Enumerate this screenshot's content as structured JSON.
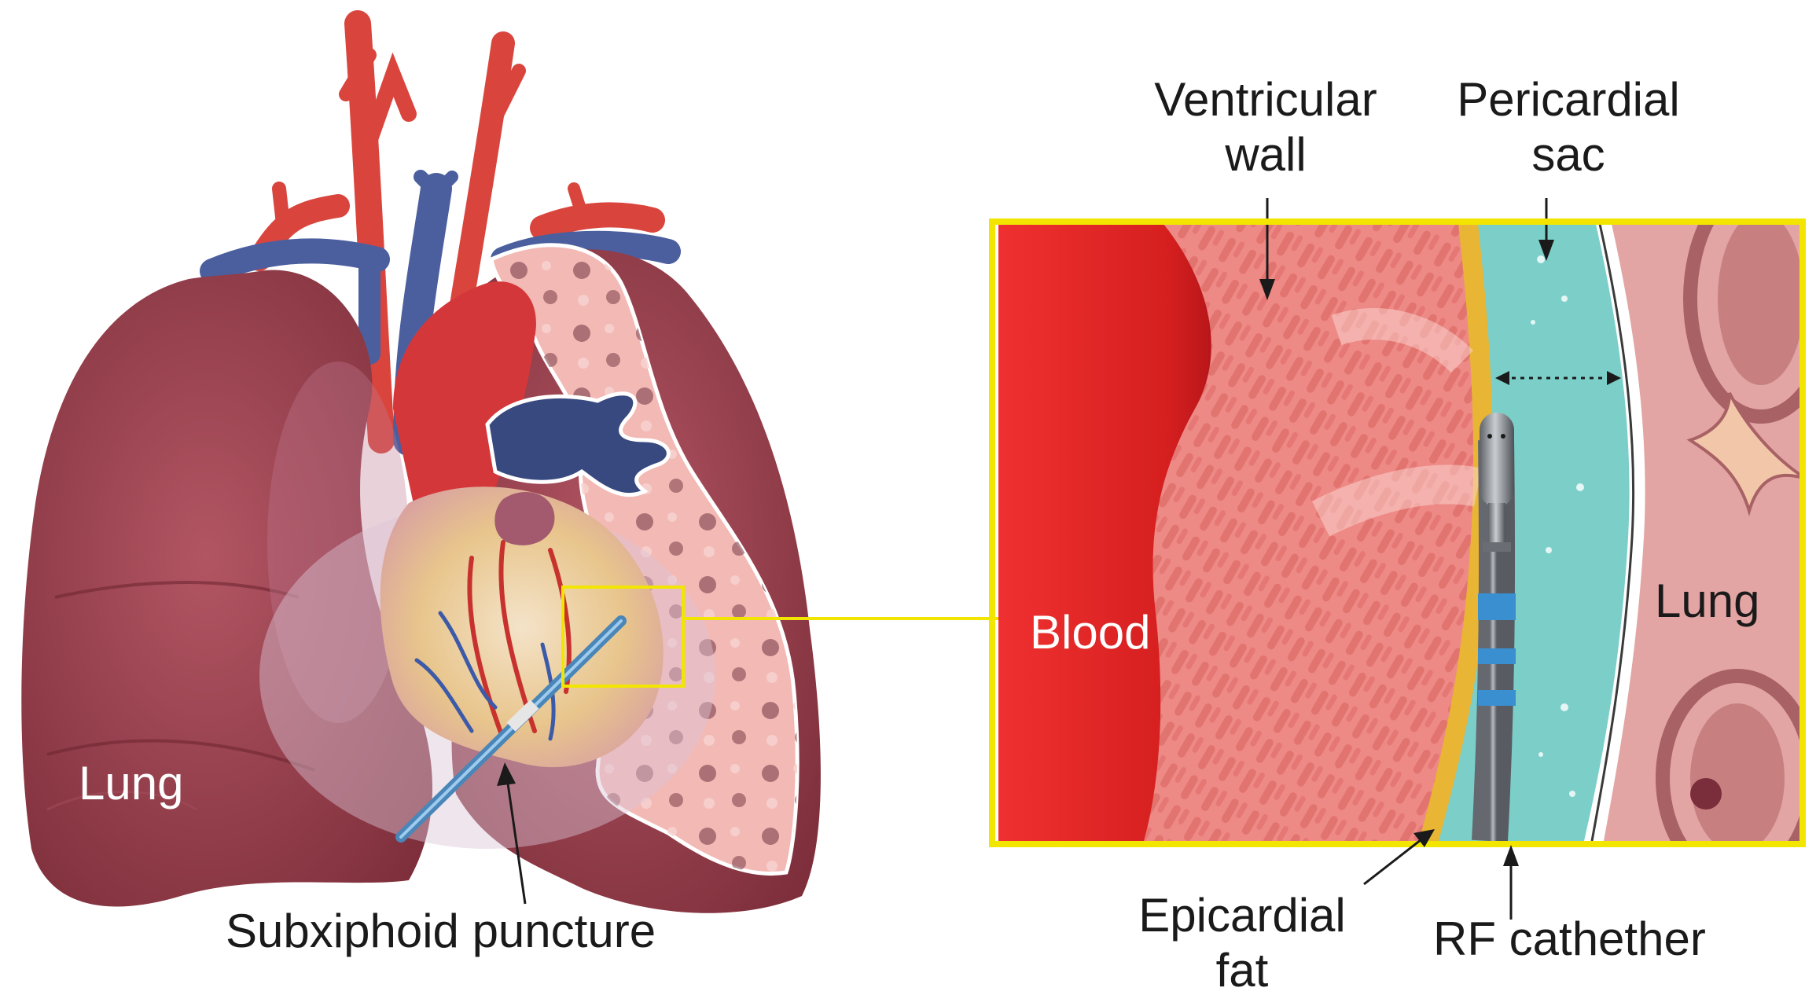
{
  "left_panel": {
    "lung_label": "Lung",
    "puncture_label": "Subxiphoid puncture"
  },
  "inset": {
    "ventricular_wall": [
      "Ventricular",
      "wall"
    ],
    "pericardial_sac": [
      "Pericardial",
      "sac"
    ],
    "blood": "Blood",
    "lung": "Lung",
    "epicardial_fat": [
      "Epicardial",
      "fat"
    ],
    "rf_catheter": "RF cathether"
  },
  "colors": {
    "inset_border": "#f2e600",
    "blood": "#e02525",
    "myocardium": "#ee8a86",
    "fat": "#e8b534",
    "pericardial_fluid": "#7ccfc9",
    "lung_tissue": "#d98d8e",
    "artery": "#d9453d",
    "vein": "#4b5f9e",
    "lung_outer": "#8e3844",
    "catheter_band": "#3a8fd1"
  }
}
